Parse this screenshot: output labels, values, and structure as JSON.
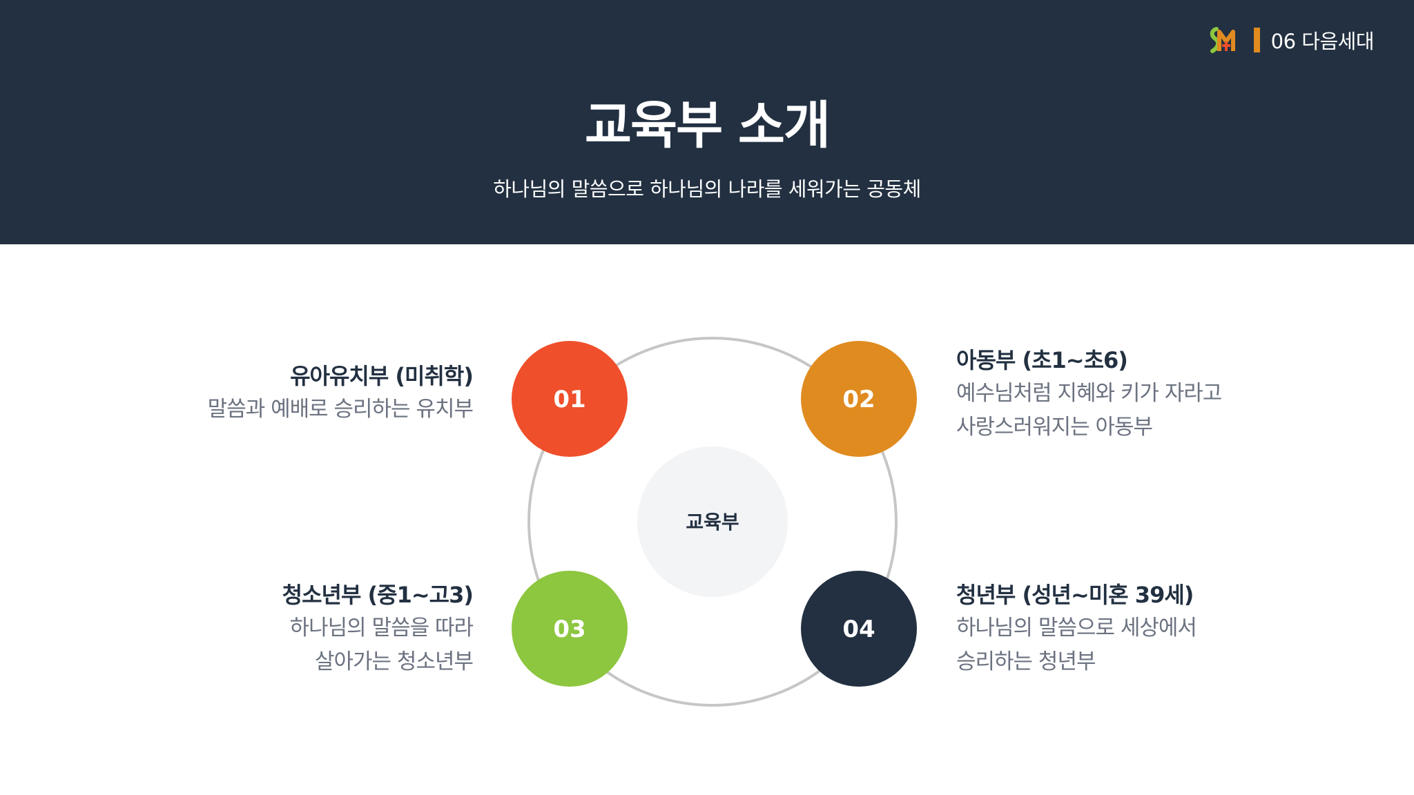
{
  "header": {
    "section_label": "06 다음세대",
    "title": "교육부 소개",
    "subtitle": "하나님의 말씀으로 하나님의 나라를 세워가는 공동체"
  },
  "colors": {
    "header_bg": "#223041",
    "accent_orange_bar": "#e08b20",
    "node_01": "#ef4f2b",
    "node_02": "#e08b20",
    "node_03": "#8dc63f",
    "node_04": "#223041",
    "ring": "#c6c6c6",
    "center_bg": "#f3f4f6"
  },
  "center": {
    "label": "교육부"
  },
  "departments": [
    {
      "number": "01",
      "title": "유아유치부 (미취학)",
      "lines": [
        "말씀과 예배로 승리하는 유치부"
      ]
    },
    {
      "number": "02",
      "title": "아동부 (초1~초6)",
      "lines": [
        "예수님처럼 지혜와 키가 자라고",
        "사랑스러워지는 아동부"
      ]
    },
    {
      "number": "03",
      "title": "청소년부 (중1~고3)",
      "lines": [
        "하나님의 말씀을 따라",
        "살아가는 청소년부"
      ]
    },
    {
      "number": "04",
      "title": "청년부 (성년~미혼 39세)",
      "lines": [
        "하나님의 말씀으로 세상에서",
        "승리하는 청년부"
      ]
    }
  ]
}
